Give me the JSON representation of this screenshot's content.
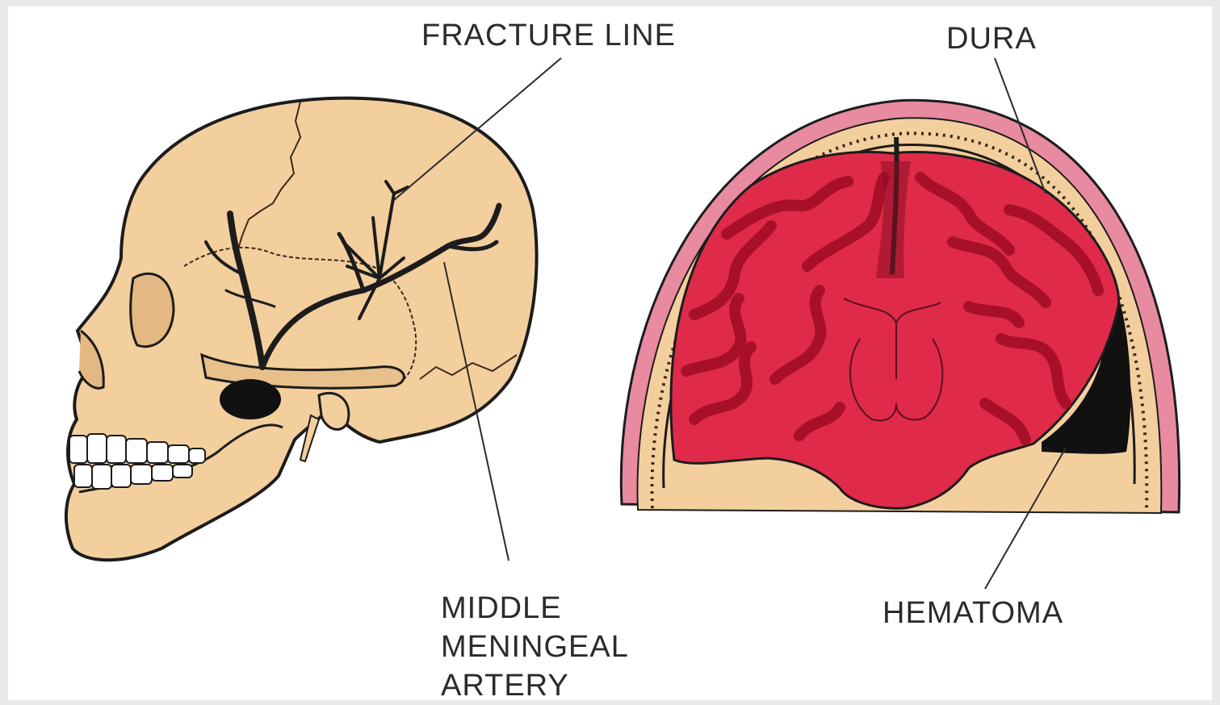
{
  "labels": {
    "fracture_line": "FRACTURE LINE",
    "dura": "DURA",
    "hematoma": "HEMATOMA",
    "middle_meningeal_artery": [
      "MIDDLE",
      "MENINGEAL",
      "ARTERY"
    ]
  },
  "colors": {
    "bone": "#f3cf9e",
    "outline": "#1c1c1c",
    "brain_red": "#e02a4a",
    "brain_dark": "#c0122e",
    "scalp_pink": "#e88aa0",
    "hematoma_black": "#111111"
  }
}
